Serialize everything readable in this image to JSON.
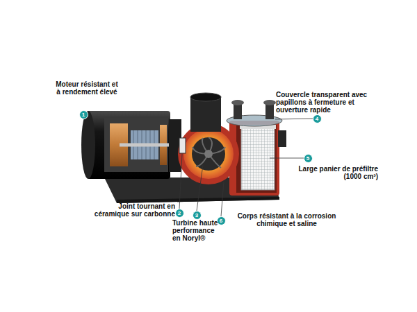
{
  "diagram": {
    "labels": [
      "Moteur résistant et à rendement élevé",
      "1",
      "Couvercle transparent avec papillons à fermeture et ouverture rapide",
      "4",
      "5",
      "Large panier de préfiltre (1000 cm³)",
      "2",
      "Joint tournant en céramique sur carbonne",
      "3",
      "6",
      "Turbine haute performance en Noryl®",
      "Corps résistant à la corrosion chimique et saline"
    ]
  }
}
